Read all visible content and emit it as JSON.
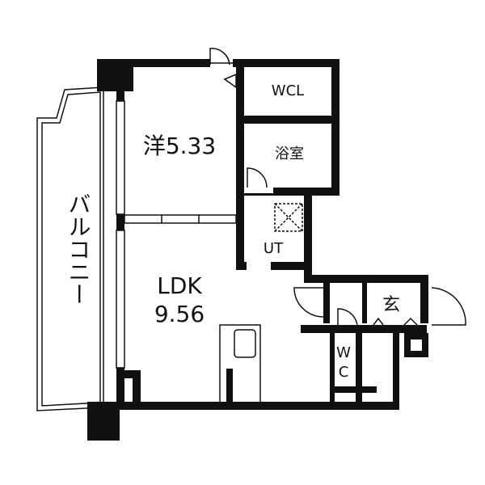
{
  "floorplan": {
    "rooms": {
      "balcony": "バルコニー",
      "western_room": "洋5.33",
      "wcl": "WCL",
      "bathroom": "浴室",
      "utility": "UT",
      "ldk_name": "LDK",
      "ldk_size": "9.56",
      "entrance": "玄",
      "wc_w": "W",
      "wc_c": "C"
    },
    "colors": {
      "wall": "#111111",
      "background": "#ffffff"
    }
  }
}
